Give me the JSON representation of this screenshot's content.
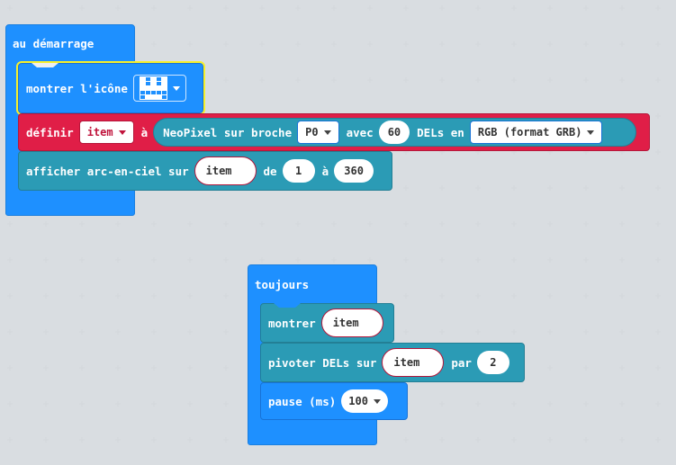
{
  "on_start": {
    "title": "au démarrage",
    "show_icon": {
      "label": "montrer l'icône",
      "icon": "sad-face-icon"
    },
    "set": {
      "label": "définir",
      "var": "item",
      "to_label": "à",
      "neopixel": {
        "label": "NeoPixel sur broche",
        "pin": "P0",
        "with_label": "avec",
        "count": "60",
        "leds_label": "DELs en",
        "mode": "RGB (format GRB)"
      }
    },
    "rainbow": {
      "label": "afficher arc-en-ciel sur",
      "var": "item",
      "from_label": "de",
      "from": "1",
      "to_label": "à",
      "to": "360"
    }
  },
  "forever": {
    "title": "toujours",
    "show": {
      "label": "montrer",
      "var": "item"
    },
    "rotate": {
      "label": "pivoter DELs sur",
      "var": "item",
      "by_label": "par",
      "by": "2"
    },
    "pause": {
      "label": "pause (ms)",
      "value": "100"
    }
  },
  "colors": {
    "basic": "#1e90ff",
    "neopixel": "#2b9bb5",
    "variable": "#e01e47",
    "selected": "#f6f02a"
  }
}
